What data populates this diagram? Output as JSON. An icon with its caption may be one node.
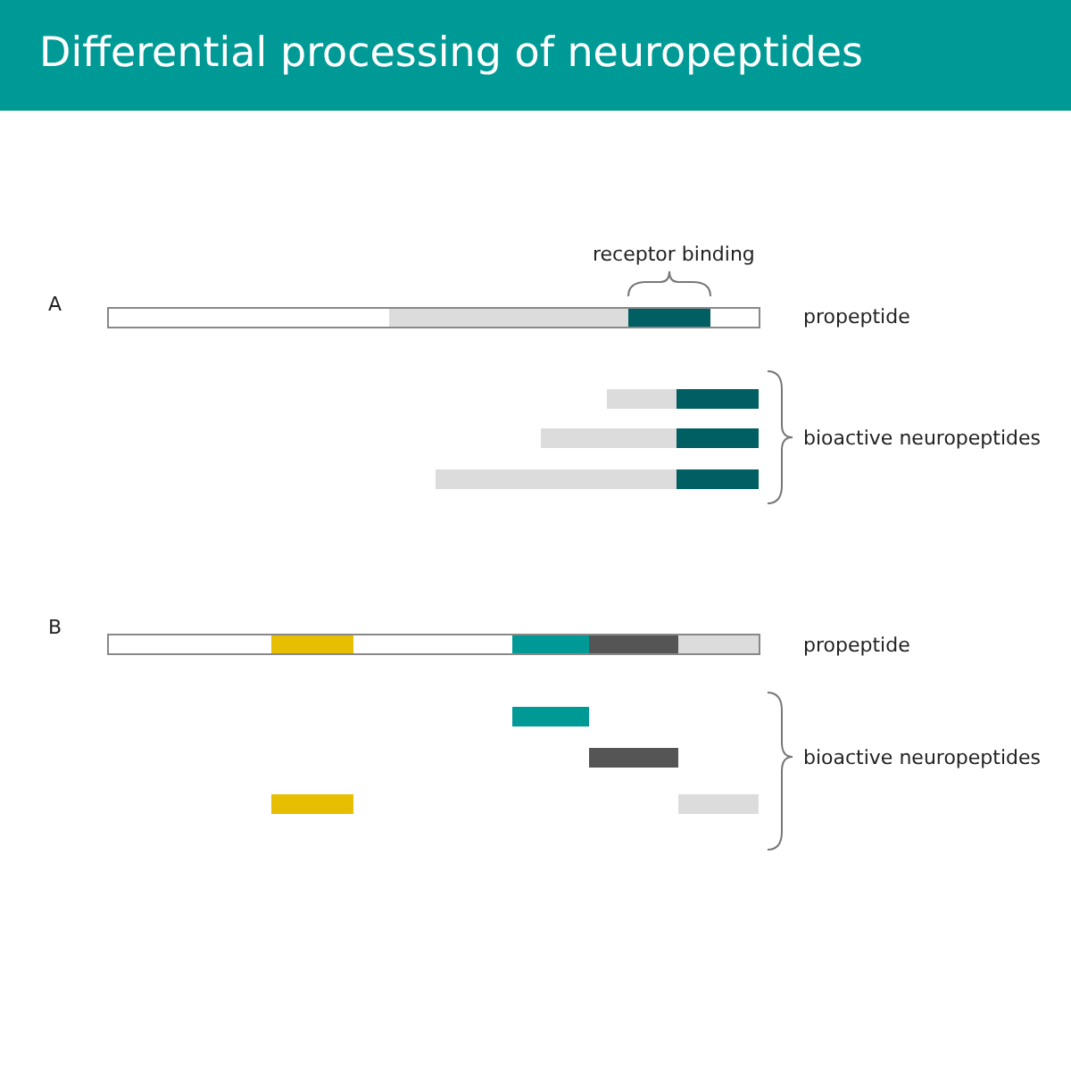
{
  "diagram": {
    "title": "Differential processing of neuropeptides",
    "labels": [
      "A",
      "receptor binding",
      "propeptide",
      "bioactive neuropeptides",
      "B",
      "propeptide",
      "bioactive neuropeptides"
    ]
  }
}
